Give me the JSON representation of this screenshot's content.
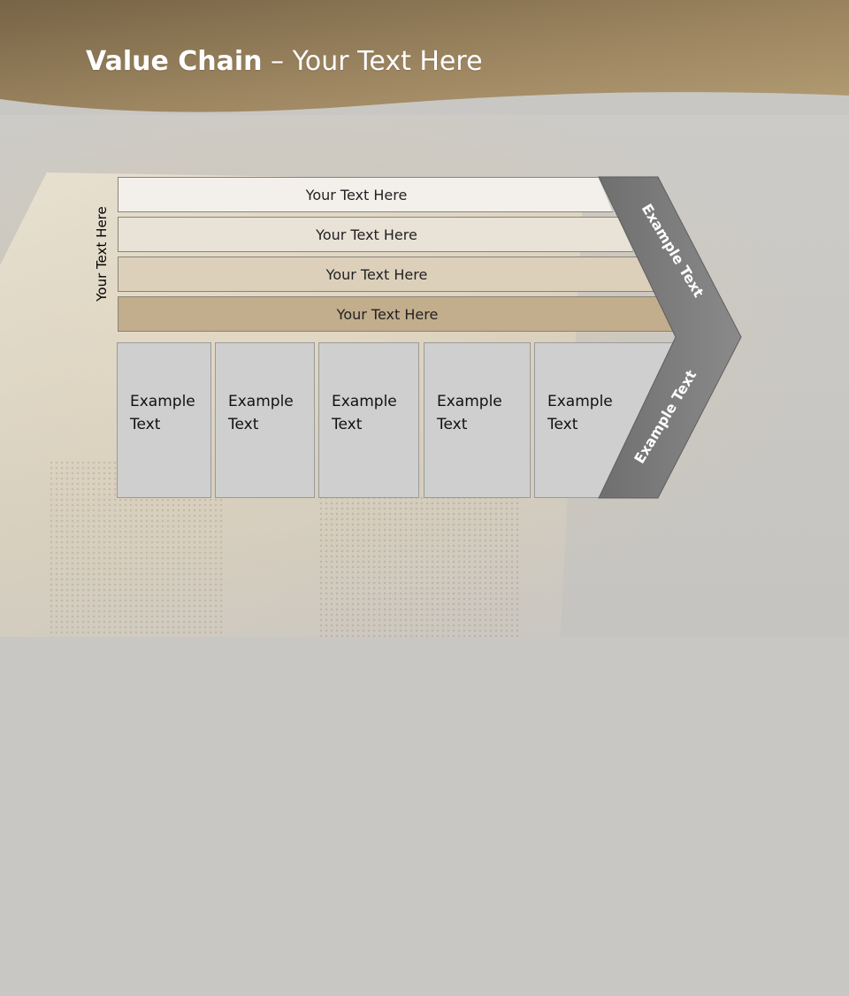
{
  "slide": {
    "title_bold": "Value Chain",
    "title_rest": " – Your Text Here",
    "side_label": "Your Text Here",
    "bands": [
      {
        "label": "Your Text Here"
      },
      {
        "label": "Your Text Here"
      },
      {
        "label": "Your Text Here"
      },
      {
        "label": "Your Text Here"
      }
    ],
    "columns": [
      {
        "line1": "Example",
        "line2": "Text"
      },
      {
        "line1": "Example",
        "line2": "Text"
      },
      {
        "line1": "Example",
        "line2": "Text"
      },
      {
        "line1": "Example",
        "line2": "Text"
      },
      {
        "line1": "Example",
        "line2": "Text"
      }
    ],
    "chevron_top": "Example Text",
    "chevron_bottom": "Example Text"
  },
  "colors": {
    "header_dark": "#7a6648",
    "header_light": "#a89068",
    "chevron": "#7f7f7f"
  }
}
